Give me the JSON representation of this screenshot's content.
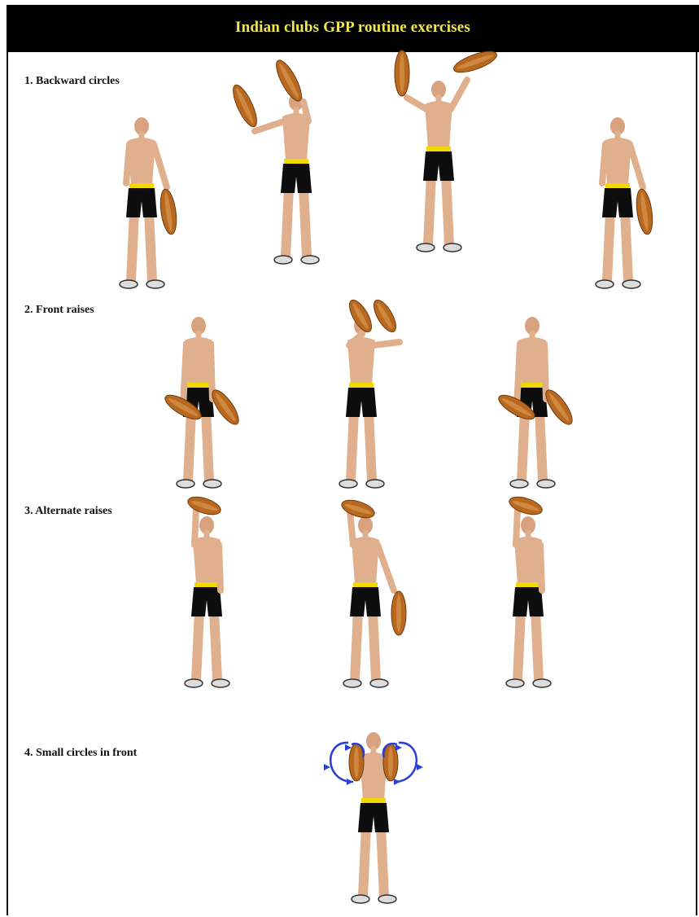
{
  "header": {
    "title": "Indian clubs GPP routine exercises"
  },
  "exercises": [
    {
      "label": "1. Backward circles"
    },
    {
      "label": "2. Front raises"
    },
    {
      "label": "3. Alternate raises"
    },
    {
      "label": "4. Small circles in front"
    }
  ],
  "colors": {
    "header_bg": "#000000",
    "title": "#f2e94e",
    "skin": "#e0b08e",
    "shorts": "#0d0d0d",
    "waistband": "#f0d800",
    "club": "#b8691f",
    "arrow": "#2a3fd6"
  }
}
